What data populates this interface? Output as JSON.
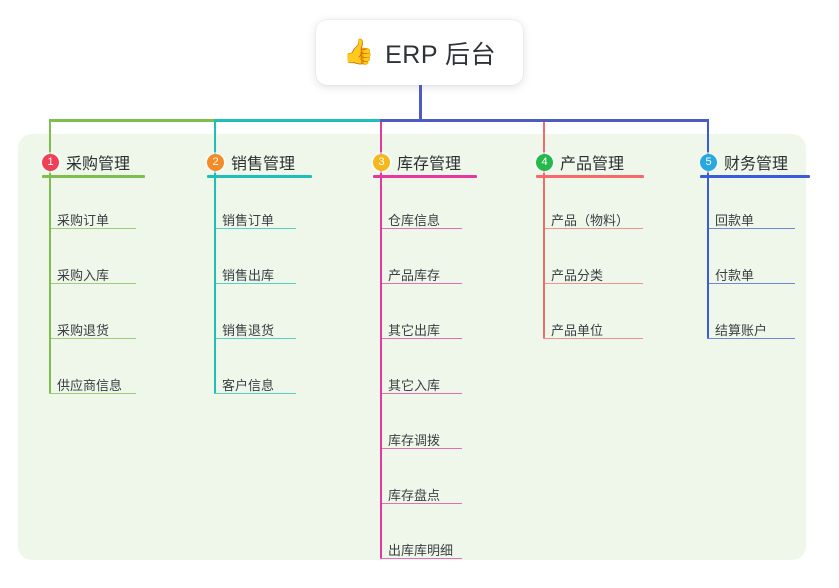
{
  "root": {
    "title": "ERP 后台",
    "icon": "thumbs-up-icon",
    "emoji": "👍"
  },
  "palette": {
    "panel_bg": "#eef7e9",
    "page_bg": "#ffffff",
    "trunk": "#4e5bc4",
    "title_text": "#2f3337"
  },
  "columns": [
    {
      "number": "1",
      "title": "采购管理",
      "badge_color": "#ef4056",
      "line_color": "#7dbe4e",
      "items": [
        "采购订单",
        "采购入库",
        "采购退货",
        "供应商信息"
      ]
    },
    {
      "number": "2",
      "title": "销售管理",
      "badge_color": "#f58a28",
      "line_color": "#1ebfb8",
      "items": [
        "销售订单",
        "销售出库",
        "销售退货",
        "客户信息"
      ]
    },
    {
      "number": "3",
      "title": "库存管理",
      "badge_color": "#f5b71d",
      "line_color": "#e5399e",
      "items": [
        "仓库信息",
        "产品库存",
        "其它出库",
        "其它入库",
        "库存调拨",
        "库存盘点",
        "出库库明细"
      ]
    },
    {
      "number": "4",
      "title": "产品管理",
      "badge_color": "#25b84c",
      "line_color": "#f8696b",
      "items": [
        "产品（物料）",
        "产品分类",
        "产品单位"
      ]
    },
    {
      "number": "5",
      "title": "财务管理",
      "badge_color": "#29a8e0",
      "line_color": "#3b5bdb",
      "items": [
        "回款单",
        "付款单",
        "结算账户"
      ]
    }
  ]
}
